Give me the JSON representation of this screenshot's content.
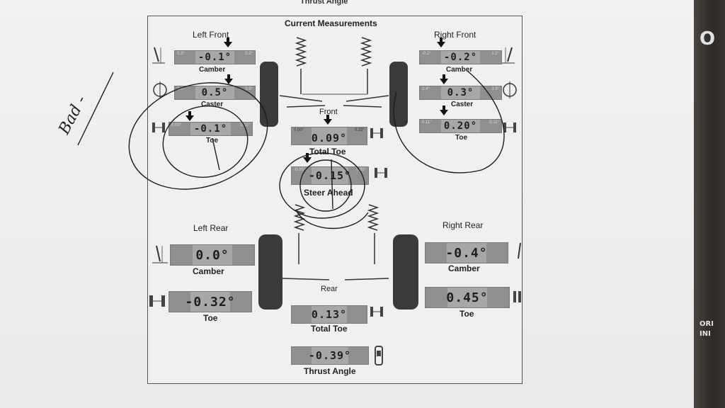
{
  "page": {
    "top_fragment": "Thrust Angle",
    "title": "Current Measurements",
    "handwriting": "Bad -"
  },
  "left_front": {
    "title": "Left Front",
    "camber": {
      "label": "Camber",
      "value": "-0.1°",
      "min": "0.3°",
      "max": "0.2°"
    },
    "caster": {
      "label": "Caster",
      "value": "0.5°",
      "min": "2.4°",
      "max": "3.9°"
    },
    "toe": {
      "label": "Toe",
      "value": "-0.1°",
      "min": "0.00°",
      "max": "0.11°"
    }
  },
  "right_front": {
    "title": "Right Front",
    "camber": {
      "label": "Camber",
      "value": "-0.2°",
      "min": "-0.2°",
      "max": "1.2°"
    },
    "caster": {
      "label": "Caster",
      "value": "0.3°",
      "min": "2.4°",
      "max": "3.9°"
    },
    "toe": {
      "label": "Toe",
      "value": "0.20°",
      "min": "0.11°",
      "max": "0.11°"
    }
  },
  "front": {
    "title": "Front",
    "total_toe": {
      "label": "Total Toe",
      "value": "0.09°",
      "min": "0.00°",
      "max": "0.22°"
    },
    "steer_ahead": {
      "label": "Steer Ahead",
      "value": "-0.15°",
      "min": "-0.05°",
      "max": "0.05°"
    }
  },
  "left_rear": {
    "title": "Left Rear",
    "camber": {
      "label": "Camber",
      "value": "0.0°"
    },
    "toe": {
      "label": "Toe",
      "value": "-0.32°"
    }
  },
  "right_rear": {
    "title": "Right Rear",
    "camber": {
      "label": "Camber",
      "value": "-0.4°"
    },
    "toe": {
      "label": "Toe",
      "value": "0.45°"
    }
  },
  "rear": {
    "title": "Rear",
    "total_toe": {
      "label": "Total Toe",
      "value": "0.13°"
    },
    "thrust_angle": {
      "label": "Thrust Angle",
      "value": "-0.39°"
    }
  },
  "background_fragments": {
    "right_edge_1": "O",
    "right_edge_2": "ORI",
    "right_edge_3": "INI"
  }
}
